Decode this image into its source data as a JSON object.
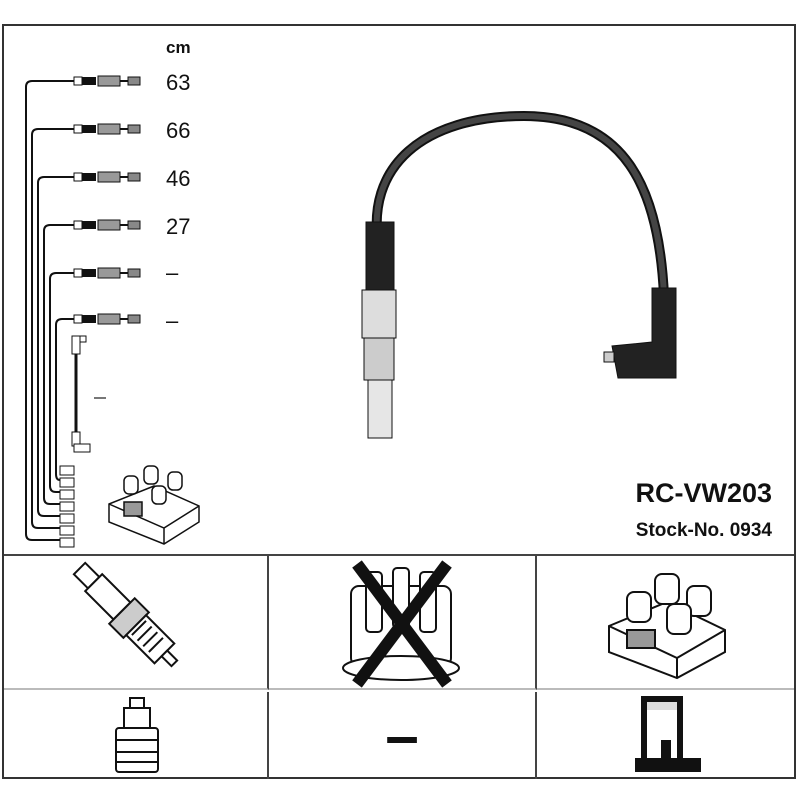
{
  "product": {
    "model": "RC-VW203",
    "stock_label": "Stock-No. 0934"
  },
  "lengths": {
    "unit": "cm",
    "values": [
      "63",
      "66",
      "46",
      "27",
      "–",
      "–"
    ],
    "coil_lead": "–"
  },
  "compatibility": {
    "spark_plug": "spark-plug-icon",
    "distributor_cap": "distributor-cap-crossed-icon",
    "ignition_coil": "ignition-coil-icon",
    "plug_terminal": "plug-terminal-icon",
    "distributor_terminal": "–",
    "coil_terminal": "coil-terminal-icon"
  }
}
